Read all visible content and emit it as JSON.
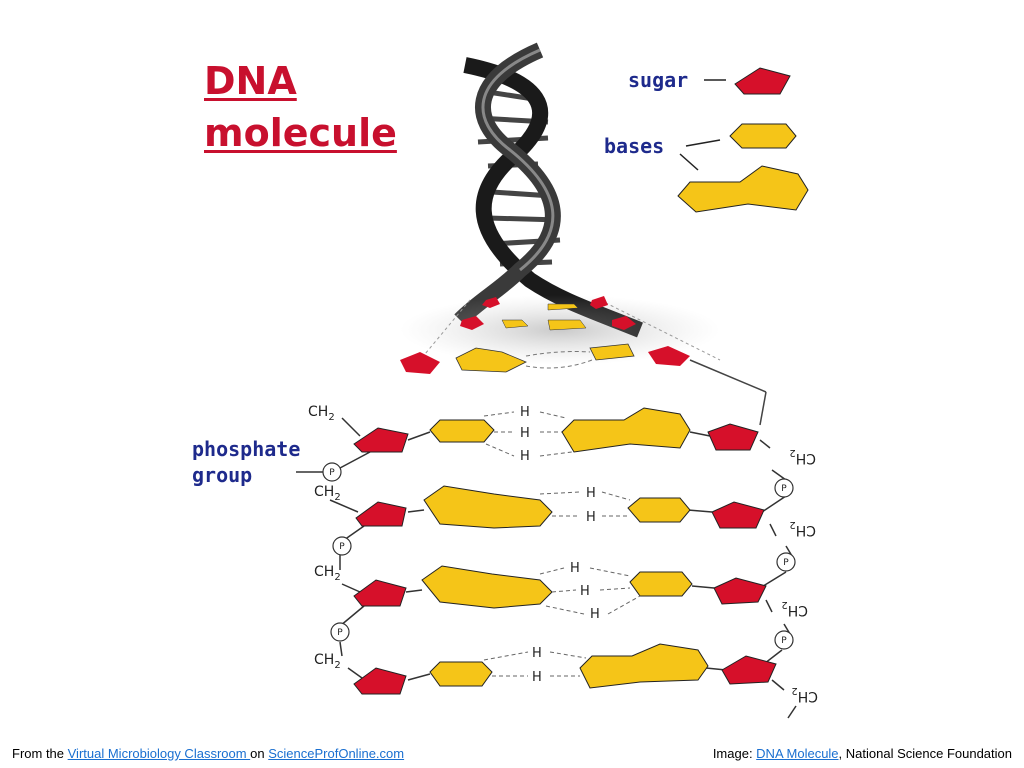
{
  "title": {
    "line1": "DNA",
    "line2": "molecule"
  },
  "legend": {
    "sugar": "sugar",
    "bases": "bases",
    "phosphate_line1": "phosphate",
    "phosphate_line2": "group"
  },
  "atoms": {
    "ch2": "CH",
    "ch2_sub": "2",
    "hydrogen": "H",
    "phosphate": "P"
  },
  "footer": {
    "left_prefix": "From the ",
    "left_link1": "Virtual Microbiology Classroom ",
    "left_mid": "on ",
    "left_link2": "ScienceProfOnline.com",
    "right_prefix": "Image: ",
    "right_link": "DNA Molecule",
    "right_suffix": ", National Science Foundation"
  },
  "colors": {
    "sugar": "#d6102a",
    "base": "#f5c518",
    "title": "#c8102e",
    "label": "#1e2a8c",
    "link": "#1a6fd0"
  }
}
